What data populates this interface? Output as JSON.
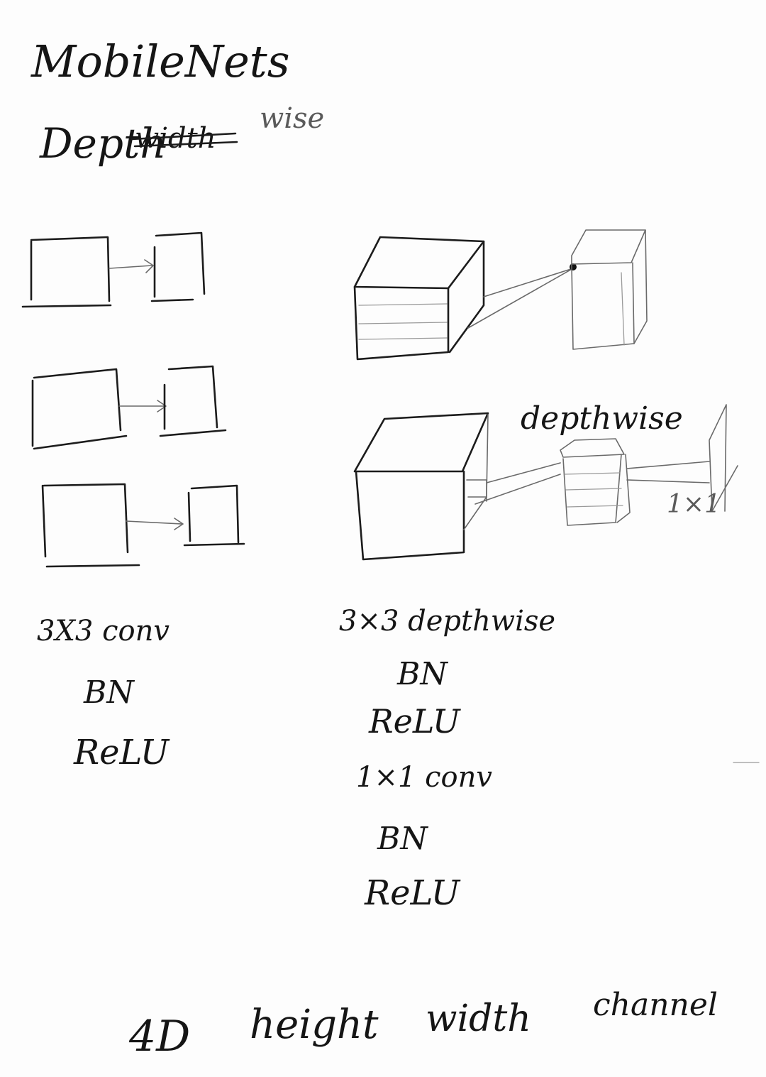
{
  "title": "MobileNets",
  "subtitle": {
    "word": "Depth",
    "struck": "width",
    "correction": "wise"
  },
  "diagram_label_depthwise": "depthwise",
  "diagram_label_pointwise": "1×1",
  "standard_block": {
    "steps": [
      "3X3 conv",
      "BN",
      "ReLU"
    ]
  },
  "depthwise_block": {
    "steps": [
      "3×3 depthwise",
      "BN",
      "ReLU",
      "1×1 conv",
      "BN",
      "ReLU"
    ]
  },
  "footer": {
    "items": [
      "4D",
      "height",
      "width",
      "channel"
    ]
  }
}
